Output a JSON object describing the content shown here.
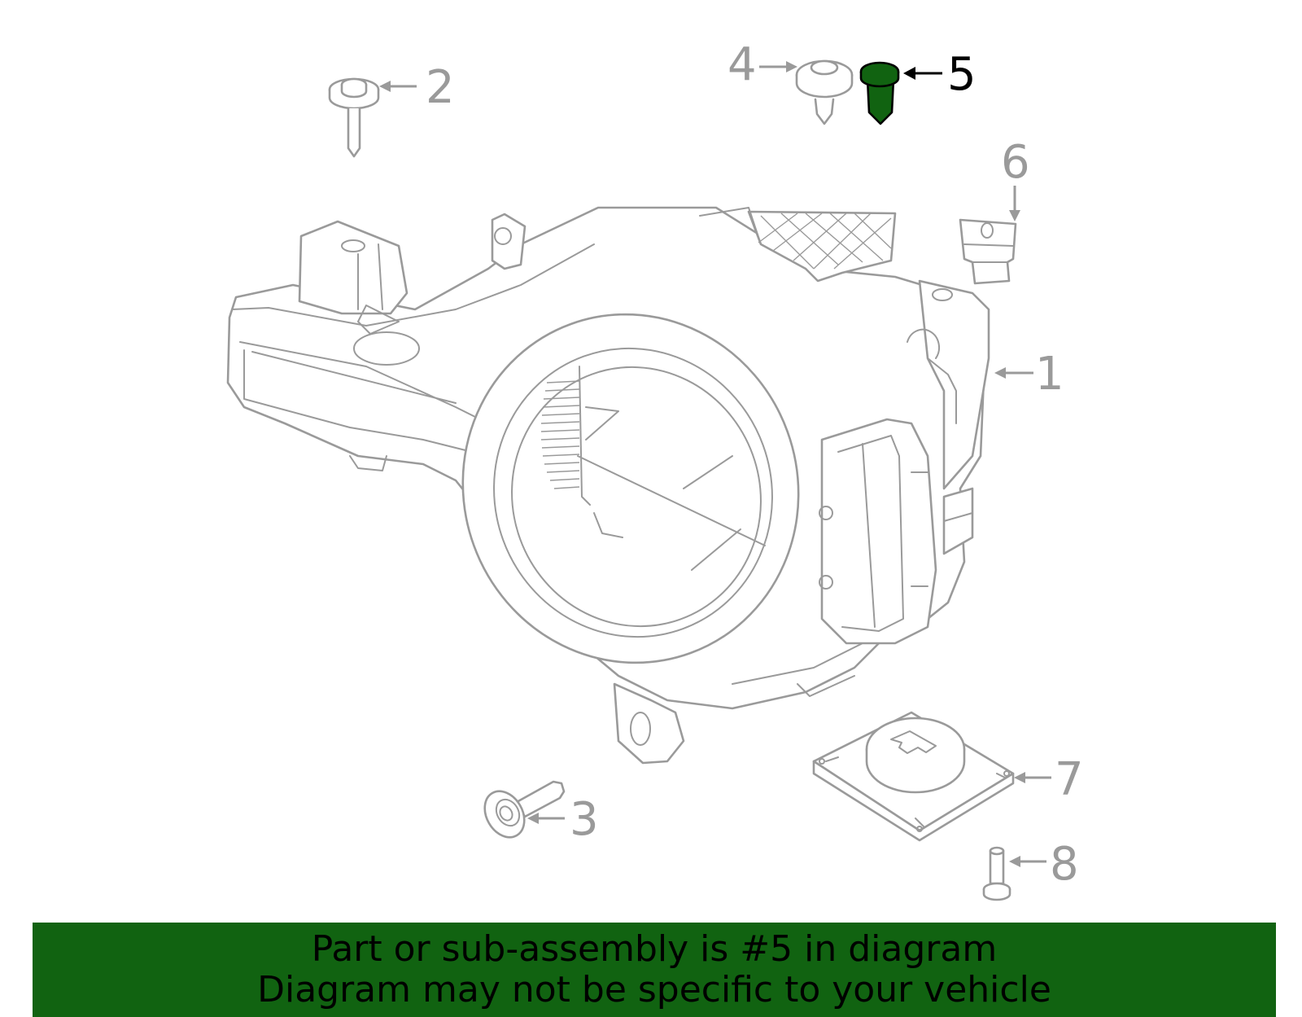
{
  "callouts": [
    {
      "id": "1",
      "label": "1"
    },
    {
      "id": "2",
      "label": "2"
    },
    {
      "id": "3",
      "label": "3"
    },
    {
      "id": "4",
      "label": "4"
    },
    {
      "id": "5",
      "label": "5",
      "highlighted": true
    },
    {
      "id": "6",
      "label": "6"
    },
    {
      "id": "7",
      "label": "7"
    },
    {
      "id": "8",
      "label": "8"
    }
  ],
  "highlight_color": "#116311",
  "line_color": "#9a9a9a",
  "banner": {
    "line1": "Part or sub-assembly is #5 in diagram",
    "line2": "Diagram may not be specific to your vehicle",
    "background": "#116311"
  }
}
